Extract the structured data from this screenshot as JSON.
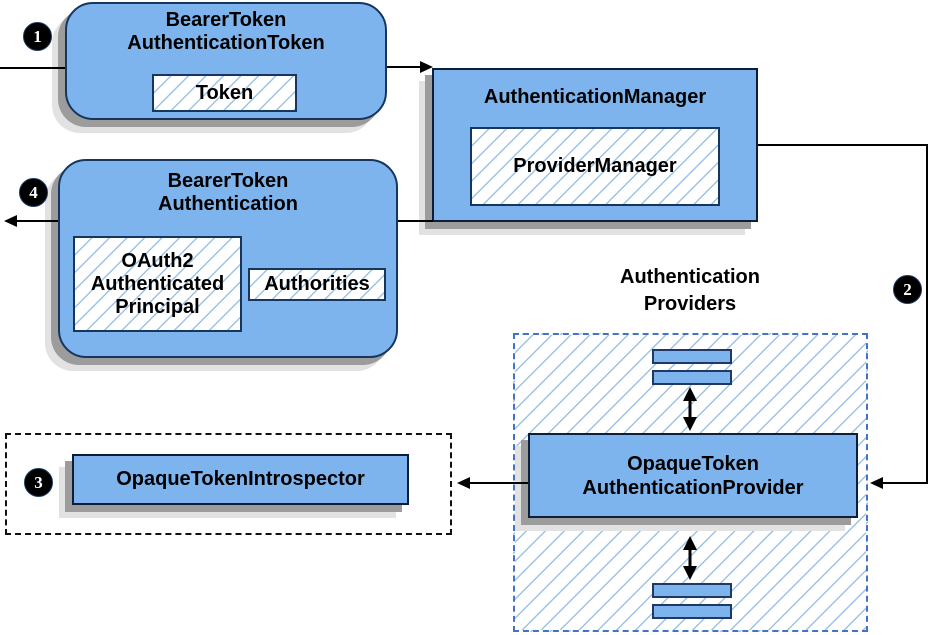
{
  "colors": {
    "node_fill": "#7DB4EE",
    "node_border": "#16365D",
    "rect_border": "#0F1E38",
    "hatch_line": "#9CC3E6",
    "providers_dashed_border": "#4472C4",
    "introspector_dashed_border": "#111111",
    "shadow_dark": "#9C9C9C",
    "shadow_light": "#E2E2E2",
    "arrow": "#000000",
    "badge_bg": "#000000",
    "badge_text": "#FFFFFF"
  },
  "badges": {
    "step1": "1",
    "step2": "2",
    "step3": "3",
    "step4": "4"
  },
  "nodes": {
    "bearer_token_authentication_token": {
      "title": "BearerToken\nAuthenticationToken",
      "token": "Token"
    },
    "authentication_manager": {
      "title": "AuthenticationManager",
      "provider_manager": "ProviderManager"
    },
    "bearer_token_authentication": {
      "title": "BearerToken\nAuthentication",
      "principal": "OAuth2\nAuthenticated\nPrincipal",
      "authorities": "Authorities"
    },
    "authentication_providers_group": {
      "label": "Authentication\nProviders"
    },
    "opaque_token_authentication_provider": {
      "title": "OpaqueToken\nAuthenticationProvider"
    },
    "opaque_token_introspector": {
      "title": "OpaqueTokenIntrospector"
    }
  }
}
